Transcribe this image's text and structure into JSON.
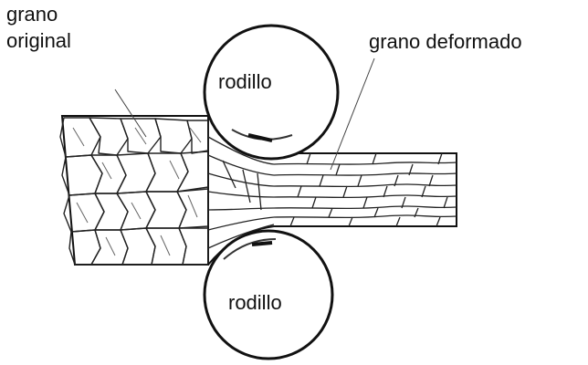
{
  "labels": {
    "original_grain": [
      "grano",
      "original"
    ],
    "deformed_grain": "grano deformado",
    "top_roller": "rodillo",
    "bottom_roller": "rodillo"
  },
  "colors": {
    "ink": "#111111",
    "grain_line": "#222222",
    "hatch": "#666666",
    "background": "#ffffff"
  }
}
